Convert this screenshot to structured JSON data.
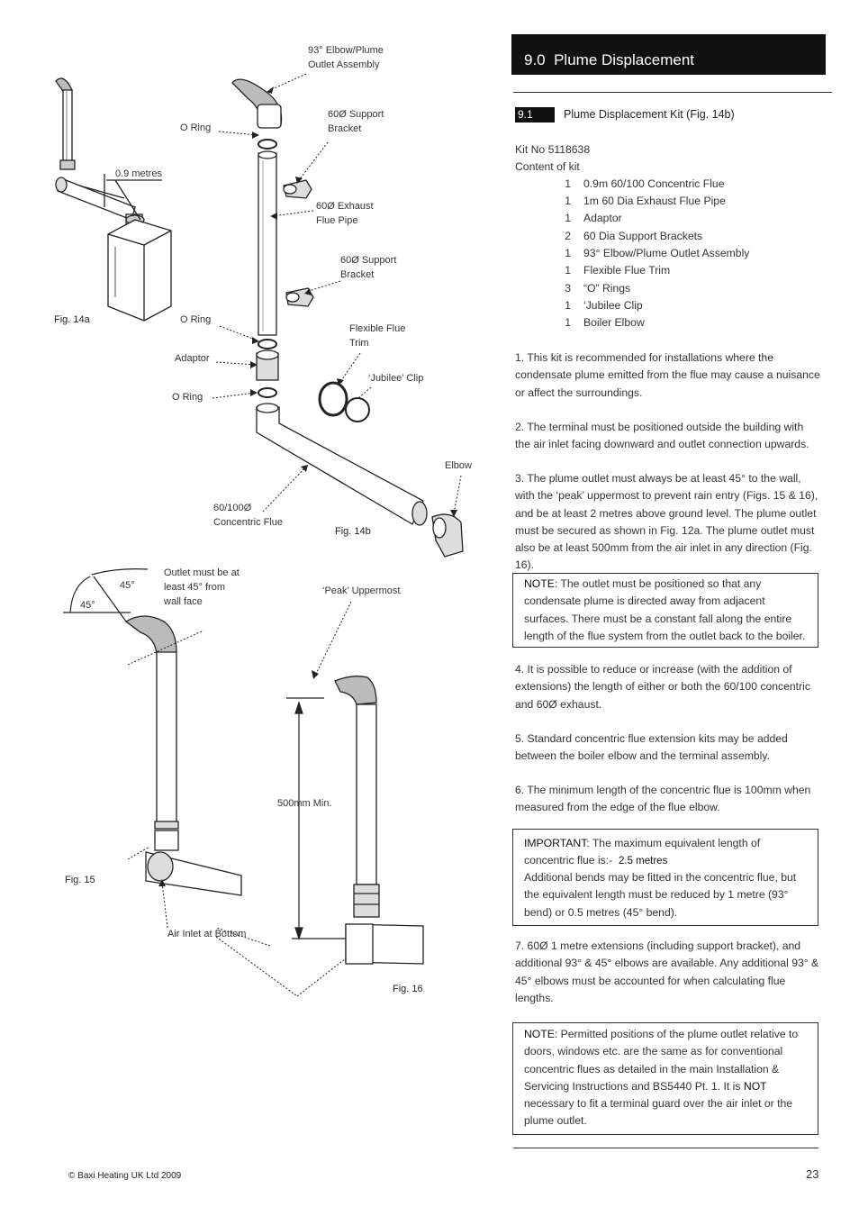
{
  "section": {
    "number": "9.0",
    "title": "Plume Displacement"
  },
  "subsection": {
    "number": "9.1",
    "title": "Plume Displacement Kit (Fig. 14b)"
  },
  "kit": {
    "number_label": "Kit No 5118638",
    "content_label": "Content of kit",
    "items": [
      {
        "qty": "1",
        "item": "0.9m 60/100 Concentric Flue"
      },
      {
        "qty": "1",
        "item": "1m 60 Dia Exhaust Flue Pipe"
      },
      {
        "qty": "1",
        "item": "Adaptor"
      },
      {
        "qty": "2",
        "item": "60 Dia Support Brackets"
      },
      {
        "qty": "1",
        "item": "93° Elbow/Plume Outlet Assembly"
      },
      {
        "qty": "1",
        "item": "Flexible Flue Trim"
      },
      {
        "qty": "3",
        "item": "“O” Rings"
      },
      {
        "qty": "1",
        "item": "‘Jubilee Clip"
      },
      {
        "qty": "1",
        "item": "Boiler Elbow"
      }
    ]
  },
  "paragraphs": {
    "p1": "1. This kit is recommended for installations where the condensate plume emitted from the flue may cause a nuisance or affect the surroundings.",
    "p2": "2. The terminal must be positioned outside the building with the air inlet facing downward and outlet connection upwards.",
    "p3": "3. The plume outlet must always be at least 45° to the wall, with the ‘peak’ uppermost to prevent rain entry (Figs. 15 & 16), and be at least 2 metres above ground level. The plume outlet must be secured as shown in Fig. 12a. The plume outlet must also be at least 500mm from the air inlet in any direction (Fig. 16).",
    "p4": "4. It is possible to reduce or increase (with the addition of extensions) the length of either or both the 60/100 concentric and 60Ø exhaust.",
    "p5": "5. Standard concentric flue extension kits may be added between the boiler elbow and the terminal assembly.",
    "p6": "6. The minimum length of the concentric flue is 100mm when measured from the edge of the flue elbow.",
    "p7": "7. 60Ø 1 metre extensions (including support bracket), and additional 93° & 45° elbows are available. Any additional 93° & 45° elbows must be accounted for when calculating flue lengths."
  },
  "note1": {
    "label": "NOTE",
    "text": ": The outlet must be positioned so that any condensate plume is directed away from adjacent surfaces. There must be a constant fall along the entire length of the flue system from the outlet back to the boiler."
  },
  "important": {
    "label": "IMPORTANT",
    "text": ": The maximum equivalent length of concentric flue is:-",
    "value": "2.5 metres",
    "text2": "Additional bends may be fitted in the concentric flue, but the equivalent length must be reduced by 1 metre (93° bend) or 0.5 metres (45° bend)."
  },
  "note2": {
    "label": "NOTE",
    "text_a": ": Permitted positions of the plume outlet relative to doors, windows etc. are the same as for conventional concentric flues as detailed in the main Installation & Servicing Instructions and BS5440 Pt. 1. It is",
    "emph": "NOT",
    "text_b": "necessary to fit a terminal guard over the air inlet or the plume outlet."
  },
  "figures": {
    "fig14a": {
      "caption": "Fig. 14a",
      "length_label": "0.9 metres"
    },
    "fig14b": {
      "caption": "Fig. 14b",
      "labels": {
        "elbow_plume": [
          "93° Elbow/Plume",
          "Outlet Assembly"
        ],
        "oring_top": "O Ring",
        "support_top": [
          "60Ø Support",
          "Bracket"
        ],
        "exhaust": [
          "60Ø Exhaust",
          "Flue Pipe"
        ],
        "support_bottom": [
          "60Ø Support",
          "Bracket"
        ],
        "oring_mid": "O Ring",
        "flexible_trim": [
          "Flexible Flue",
          "Trim"
        ],
        "adaptor": "Adaptor",
        "jubilee": "‘Jubilee’ Clip",
        "oring_bottom": "O Ring",
        "elbow": "Elbow",
        "concentric": [
          "60/100Ø",
          "Concentric Flue"
        ]
      }
    },
    "fig15": {
      "caption": "Fig. 15",
      "angle_a": "45°",
      "angle_b": "45°",
      "outlet_note": [
        "Outlet must be at",
        "least 45° from",
        "wall face"
      ],
      "air_inlet": "Air Inlet at Bottom"
    },
    "fig16": {
      "caption": "Fig. 16",
      "peak": "‘Peak’ Uppermost",
      "min": "500mm Min."
    }
  },
  "footer": {
    "copyright": "© Baxi Heating UK Ltd 2009",
    "page": "23"
  }
}
